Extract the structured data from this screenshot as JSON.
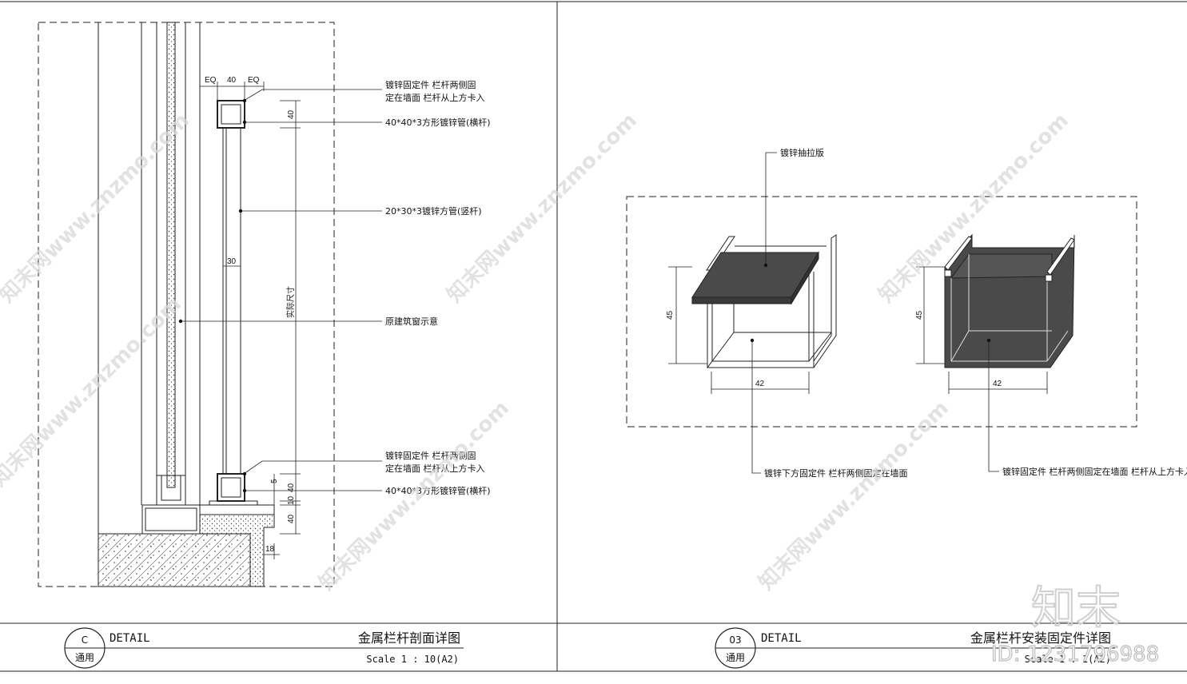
{
  "left_detail": {
    "labels": {
      "fixing_top": [
        "镀锌固定件 栏杆两侧固",
        "定在墙面 栏杆从上方卡入"
      ],
      "tube_top": "40*40*3方形镀锌管(横杆)",
      "vertical_tube": "20*30*3镀锌方管(竖杆)",
      "window": "原建筑窗示意",
      "fixing_bottom": [
        "镀锌固定件 栏杆两侧固",
        "定在墙面 栏杆从上方卡入"
      ],
      "tube_bottom": "40*40*3方形镀锌管(横杆)"
    },
    "dims": {
      "eq_left": "EQ",
      "w40": "40",
      "eq_right": "EQ",
      "top40": "40",
      "w30": "30",
      "actual": "实际尺寸",
      "d5": "5",
      "d40a": "40",
      "d10": "10",
      "d40b": "40",
      "d18": "18"
    },
    "title_block": {
      "code": "C",
      "tag": "通用",
      "detail": "DETAIL",
      "title": "金属栏杆剖面详图",
      "scale": "Scale 1 : 10(A2)"
    }
  },
  "right_detail": {
    "labels": {
      "plate": "镀锌抽拉版",
      "lower_fixing": "镀锌下方固定件 栏杆两侧固定在墙面",
      "fixing": "镀锌固定件 栏杆两侧固定在墙面 栏杆从上方卡入"
    },
    "dims": {
      "h1": "45",
      "w1": "42",
      "h2": "45",
      "w2": "42"
    },
    "title_block": {
      "code": "03",
      "tag": "通用",
      "detail": "DETAIL",
      "title": "金属栏杆安装固定件详图",
      "scale": "Scale 1 : 1(A2)"
    }
  },
  "watermark": {
    "text": "知末网www.znzmo.com",
    "logo": "知末",
    "id": "ID: 1231796988"
  }
}
